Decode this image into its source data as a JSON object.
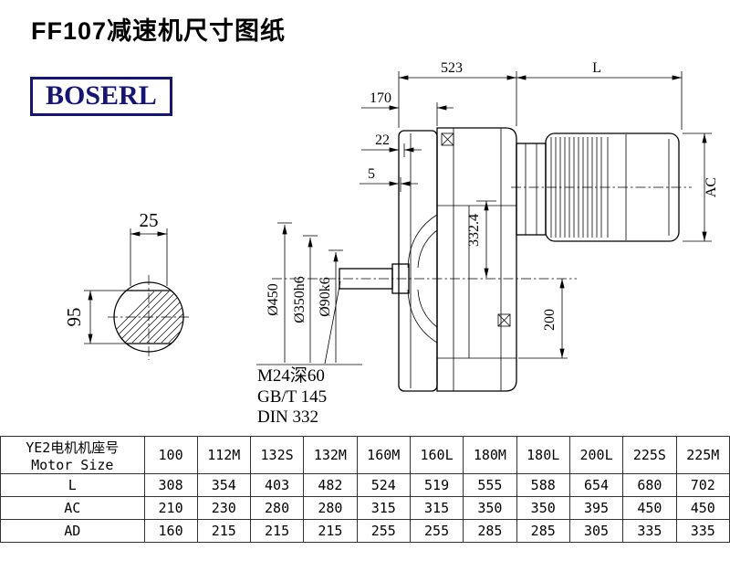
{
  "page": {
    "title": "FF107减速机尺寸图纸",
    "logo": "BOSERL"
  },
  "drawing": {
    "dims": {
      "total_width": "523",
      "motor_length": "L",
      "dim_170": "170",
      "dim_22": "22",
      "dim_5": "5",
      "motor_height": "AC",
      "key_width": "25",
      "key_height": "95",
      "flange_od": "Ø450",
      "spigot_dia": "Ø350h6",
      "shaft_dia": "Ø90k6",
      "center_height": "332.4",
      "dim_200": "200"
    },
    "notes": {
      "thread": "M24深60",
      "std1": "GB/T 145",
      "std2": "DIN 332"
    }
  },
  "table": {
    "header_cn": "YE2电机机座号",
    "header_en": "Motor Size",
    "columns": [
      "100",
      "112M",
      "132S",
      "132M",
      "160M",
      "160L",
      "180M",
      "180L",
      "200L",
      "225S",
      "225M"
    ],
    "rows": [
      {
        "label": "L",
        "values": [
          "308",
          "354",
          "403",
          "482",
          "524",
          "519",
          "555",
          "588",
          "654",
          "680",
          "702"
        ]
      },
      {
        "label": "AC",
        "values": [
          "210",
          "230",
          "280",
          "280",
          "315",
          "315",
          "350",
          "350",
          "395",
          "450",
          "450"
        ]
      },
      {
        "label": "AD",
        "values": [
          "160",
          "215",
          "215",
          "215",
          "255",
          "255",
          "285",
          "285",
          "305",
          "335",
          "335"
        ]
      }
    ]
  }
}
